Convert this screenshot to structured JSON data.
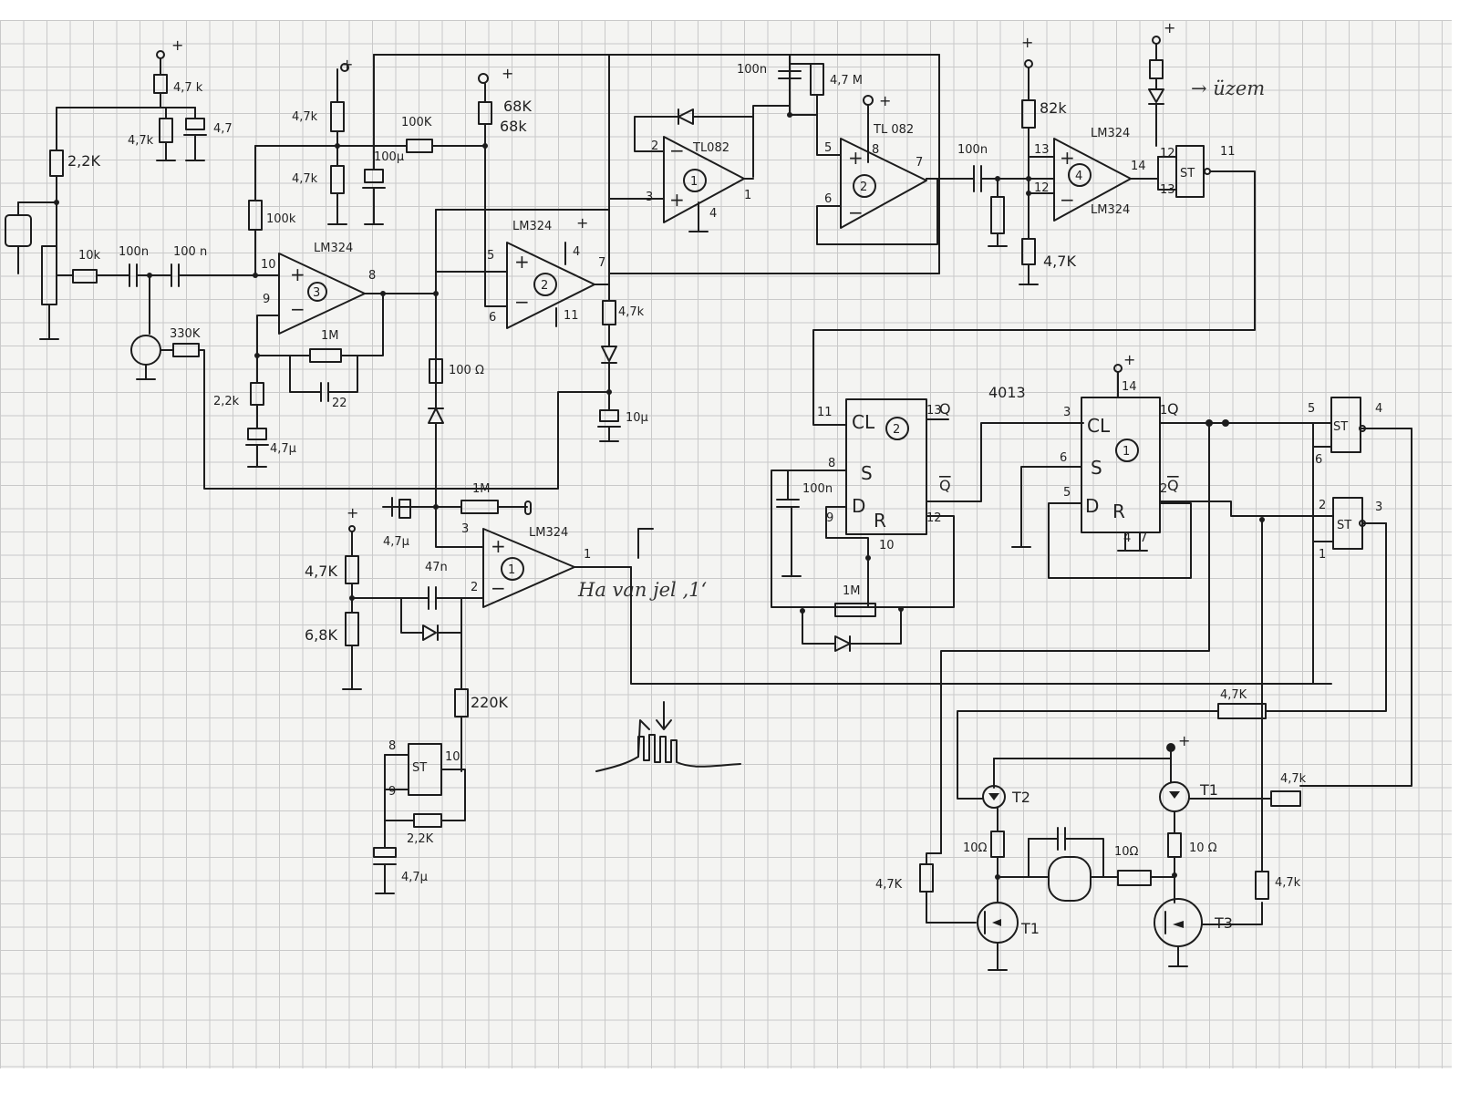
{
  "labels": {
    "plus": "+",
    "r_top_47": "4,7 k",
    "r_47_b": "4,7k",
    "c_47u": "4,7",
    "r_22k_left": "2,2K",
    "r_10k": "10k",
    "c_100n_a": "100n",
    "c_100n_b": "100 n",
    "r_330k": "330K",
    "r_47k_top": "4,7k",
    "r_47k_mid": "4,7k",
    "r_100k_v": "100k",
    "r_100k_h": "100K",
    "c_100u": "100μ",
    "r_68k": "68K",
    "r_68k_b": "68k",
    "lm324_a": "LM324",
    "op3": "3",
    "pin10": "10",
    "pin9": "9",
    "pin8": "8",
    "r_1m_a": "1M",
    "c_22": "22",
    "r_22k_b": "2,2k",
    "c_47u_b": "4,7μ",
    "lm324_b": "LM324",
    "op2_b": "2",
    "pin5": "5",
    "pin6": "6",
    "pin4": "4",
    "pin7": "7",
    "pin11": "11",
    "r_47k_out": "4,7k",
    "c_10u": "10μ",
    "r_100r": "100 Ω",
    "tl082_a": "TL082",
    "op1_a": "1",
    "pin2": "2",
    "pin3": "3",
    "pin1": "1",
    "c_100n_fb": "100n",
    "r_47m": "4,7 M",
    "tl082_b": "TL 082",
    "op2_c": "2",
    "pin8b": "8",
    "pin5b": "5",
    "pin6b": "6",
    "pin7b": "7",
    "c_100n_c": "100n",
    "r_82k": "82k",
    "r_47k_c": "4,7K",
    "lm324_c": "LM324",
    "op4": "4",
    "pin13": "13",
    "pin12": "12",
    "pin14": "14",
    "lm324_d": "LM324",
    "st": "ST",
    "st_p12": "12",
    "st_p13": "13",
    "st_p11": "11",
    "arrow_out": "→ üzem",
    "c_47u_c": "4,7μ",
    "r_1m_b": "1M",
    "lm324_e": "LM324",
    "op1_e": "1",
    "pin3e": "3",
    "pin2e": "2",
    "pin1e": "1",
    "r_47k_d": "4,7K",
    "r_68k_d": "6,8K",
    "c_47n": "47n",
    "r_220k": "220K",
    "note": "Ha van jel ‚1‘",
    "st8": "8",
    "st9": "9",
    "st10": "10",
    "r_22k_c": "2,2K",
    "c_47u_d": "4,7μ",
    "ic4013": "4013",
    "ff2": "2",
    "ff1": "1",
    "cl": "CL",
    "s": "S",
    "d": "D",
    "r": "R",
    "q": "Q",
    "qbar": "Q",
    "ff2_p11": "11",
    "ff2_p8": "8",
    "ff2_p9": "9",
    "ff2_p10": "10",
    "ff2_p12": "12",
    "ff2_p13": "13",
    "c_100n_d": "100n",
    "r_1m_c": "1M",
    "ff1_p3": "3",
    "ff1_p6": "6",
    "ff1_p5": "5",
    "ff1_p1": "1",
    "ff1_p2": "2",
    "ff1_p14": "14",
    "ff1_p4": "4",
    "ff1_p7": "7",
    "st_b5": "5",
    "st_b4": "4",
    "st_b6": "6",
    "st_b2": "2",
    "st_b3": "3",
    "st_b1": "1",
    "r_47k_e": "4,7K",
    "r_47k_f": "4,7k",
    "r_47k_g": "4,7k",
    "r_47k_h": "4,7K",
    "t2": "T2",
    "t1_top": "T1",
    "t1_bot": "T1",
    "t3": "T3",
    "r_10r_a": "10Ω",
    "r_10r_b": "10Ω",
    "r_10r_c": "10 Ω"
  }
}
